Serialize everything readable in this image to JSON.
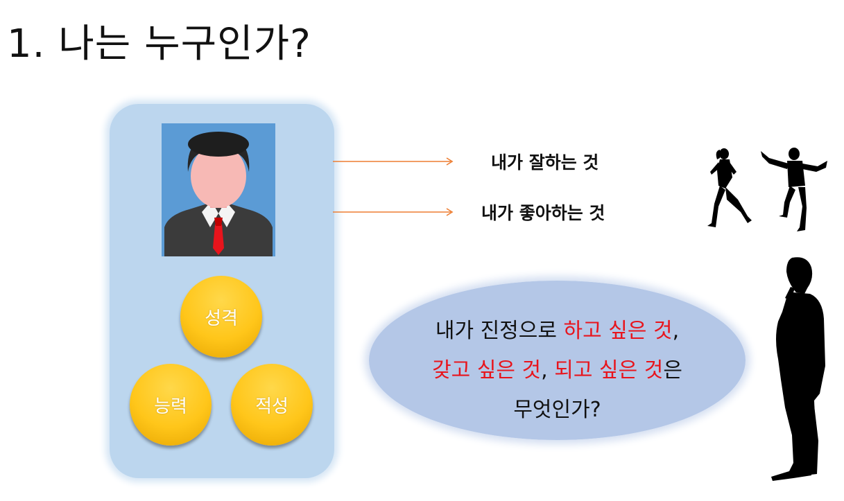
{
  "slide": {
    "title": "1. 나는 누구인가?"
  },
  "profile": {
    "traits": [
      "성격",
      "능력",
      "적성"
    ]
  },
  "labels": {
    "good_at": "내가 잘하는 것",
    "like": "내가 좋아하는 것"
  },
  "question": {
    "line1_a": "내가 진정으로 ",
    "line1_b": "하고 싶은 것",
    "line1_c": ",",
    "line2_a": "갖고 싶은 것",
    "line2_b": ", ",
    "line2_c": "되고 싶은 것",
    "line2_d": "은",
    "line3": "무엇인가?"
  },
  "colors": {
    "panel": "#bcd6ee",
    "photo_bg": "#5b9bd5",
    "circle": "#ffc61a",
    "arrow": "#ed7d31",
    "highlight": "#e8141c",
    "ellipse": "#b4c7e7"
  }
}
